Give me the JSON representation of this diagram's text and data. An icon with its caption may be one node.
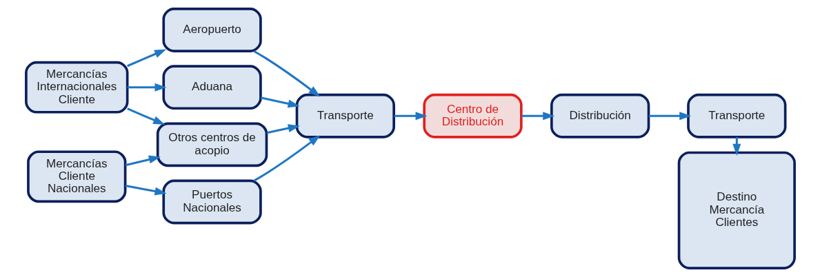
{
  "diagram": {
    "nodes": [
      {
        "text": [
          "Mercancías Internacionales Cliente"
        ]
      },
      {
        "text": [
          "Mercancías Cliente Nacionales"
        ]
      },
      {
        "text": [
          "Aeropuerto"
        ]
      },
      {
        "text": [
          "Aduana"
        ]
      },
      {
        "text": [
          "Puertos Nacionales"
        ]
      },
      {
        "text": [
          "Otros centros de acopio"
        ]
      },
      {
        "text": [
          "Transporte"
        ]
      },
      {
        "text": [
          "Centro de Distribución"
        ]
      },
      {
        "text": [
          "Distribución"
        ]
      },
      {
        "text": [
          "Transporte"
        ]
      },
      {
        "text": [
          "Destino Mercancía Clientes"
        ]
      }
    ],
    "edges": [
      {
        "from": 0,
        "to": 2,
        "arrow": "to"
      },
      {
        "from": 0,
        "to": 3,
        "arrow": "to"
      },
      {
        "from": 0,
        "to": 5,
        "arrow": "to"
      },
      {
        "from": 1,
        "to": 4,
        "arrow": "to"
      },
      {
        "from": 1,
        "to": 5,
        "arrow": "to"
      },
      {
        "from": 2,
        "to": 6,
        "arrow": "to"
      },
      {
        "from": 3,
        "to": 6,
        "arrow": "to"
      },
      {
        "from": 4,
        "to": 6,
        "arrow": "to"
      },
      {
        "from": 5,
        "to": 6,
        "arrow": "to"
      },
      {
        "from": 6,
        "to": 7,
        "arrow": "to"
      },
      {
        "from": 7,
        "to": 8,
        "arrow": "to"
      },
      {
        "from": 8,
        "to": 9,
        "arrow": "to"
      },
      {
        "from": 9,
        "to": 10,
        "arrow": "to"
      }
    ]
  }
}
